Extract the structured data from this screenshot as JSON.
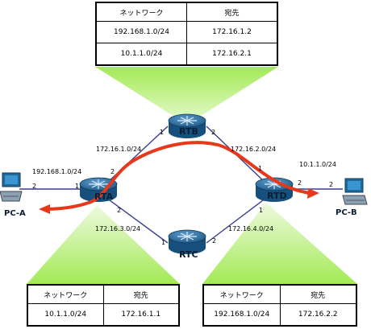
{
  "tables": {
    "rtb": {
      "headers": [
        "ネットワーク",
        "宛先"
      ],
      "rows": [
        [
          "192.168.1.0/24",
          "172.16.1.2"
        ],
        [
          "10.1.1.0/24",
          "172.16.2.1"
        ]
      ]
    },
    "rta": {
      "headers": [
        "ネットワーク",
        "宛先"
      ],
      "rows": [
        [
          "10.1.1.0/24",
          "172.16.1.1"
        ]
      ]
    },
    "rtd": {
      "headers": [
        "ネットワーク",
        "宛先"
      ],
      "rows": [
        [
          "192.168.1.0/24",
          "172.16.2.2"
        ]
      ]
    }
  },
  "routers": {
    "rta": "RTA",
    "rtb": "RTB",
    "rtc": "RTC",
    "rtd": "RTD"
  },
  "hosts": {
    "pca": "PC-A",
    "pcb": "PC-B"
  },
  "networks": {
    "lan_a": "192.168.1.0/24",
    "ab": "172.16.1.0/24",
    "bd": "172.16.2.0/24",
    "lan_b": "10.1.1.0/24",
    "ac": "172.16.3.0/24",
    "cd": "172.16.4.0/24"
  },
  "ports": {
    "pca": "2",
    "rta_left": "1",
    "rta_ab": "2",
    "rta_ac": "2",
    "rtb_left": "1",
    "rtb_right": "2",
    "rtc_left": "1",
    "rtc_right": "2",
    "rtd_bd": "1",
    "rtd_right": "2",
    "rtd_cd": "1",
    "pcb": "2"
  },
  "colors": {
    "link": "#3a3f8f",
    "route": "#e8381b",
    "beam": "#a3ea55",
    "router": "#1f5f8f"
  }
}
